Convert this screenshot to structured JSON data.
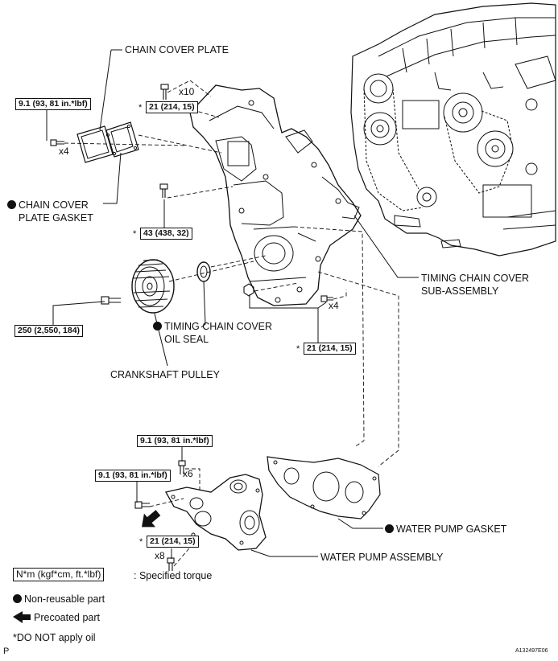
{
  "labels": {
    "chain_cover_plate": "CHAIN COVER PLATE",
    "chain_cover_plate_gasket_1": "CHAIN COVER",
    "chain_cover_plate_gasket_2": "PLATE GASKET",
    "timing_chain_cover_1": "TIMING CHAIN COVER",
    "timing_chain_cover_2": "SUB-ASSEMBLY",
    "oil_seal_1": "TIMING CHAIN COVER",
    "oil_seal_2": "OIL SEAL",
    "crankshaft_pulley": "CRANKSHAFT PULLEY",
    "water_pump_gasket": "WATER PUMP GASKET",
    "water_pump_assembly": "WATER PUMP ASSEMBLY"
  },
  "torques": {
    "plate_bolts": "9.1 (93, 81 in.*lbf)",
    "cover_top": "21 (214, 15)",
    "cover_mid": "43 (438, 32)",
    "pulley": "250 (2,550, 184)",
    "cover_lower": "21 (214, 15)",
    "pump_upper": "9.1 (93, 81 in.*lbf)",
    "pump_left": "9.1 (93, 81 in.*lbf)",
    "pump_lower": "21 (214, 15)"
  },
  "counts": {
    "plate": "x4",
    "top": "x10",
    "lower_right": "x4",
    "pump_x6": "x6",
    "pump_x8": "x8"
  },
  "star": "*",
  "legend": {
    "torque_box": "N*m (kgf*cm, ft.*lbf)",
    "torque_desc": ": Specified torque",
    "non_reusable": "Non-reusable part",
    "precoated": "Precoated part",
    "no_oil": "*DO NOT apply oil"
  },
  "corner_left": "P",
  "corner_right": "A132497E06"
}
